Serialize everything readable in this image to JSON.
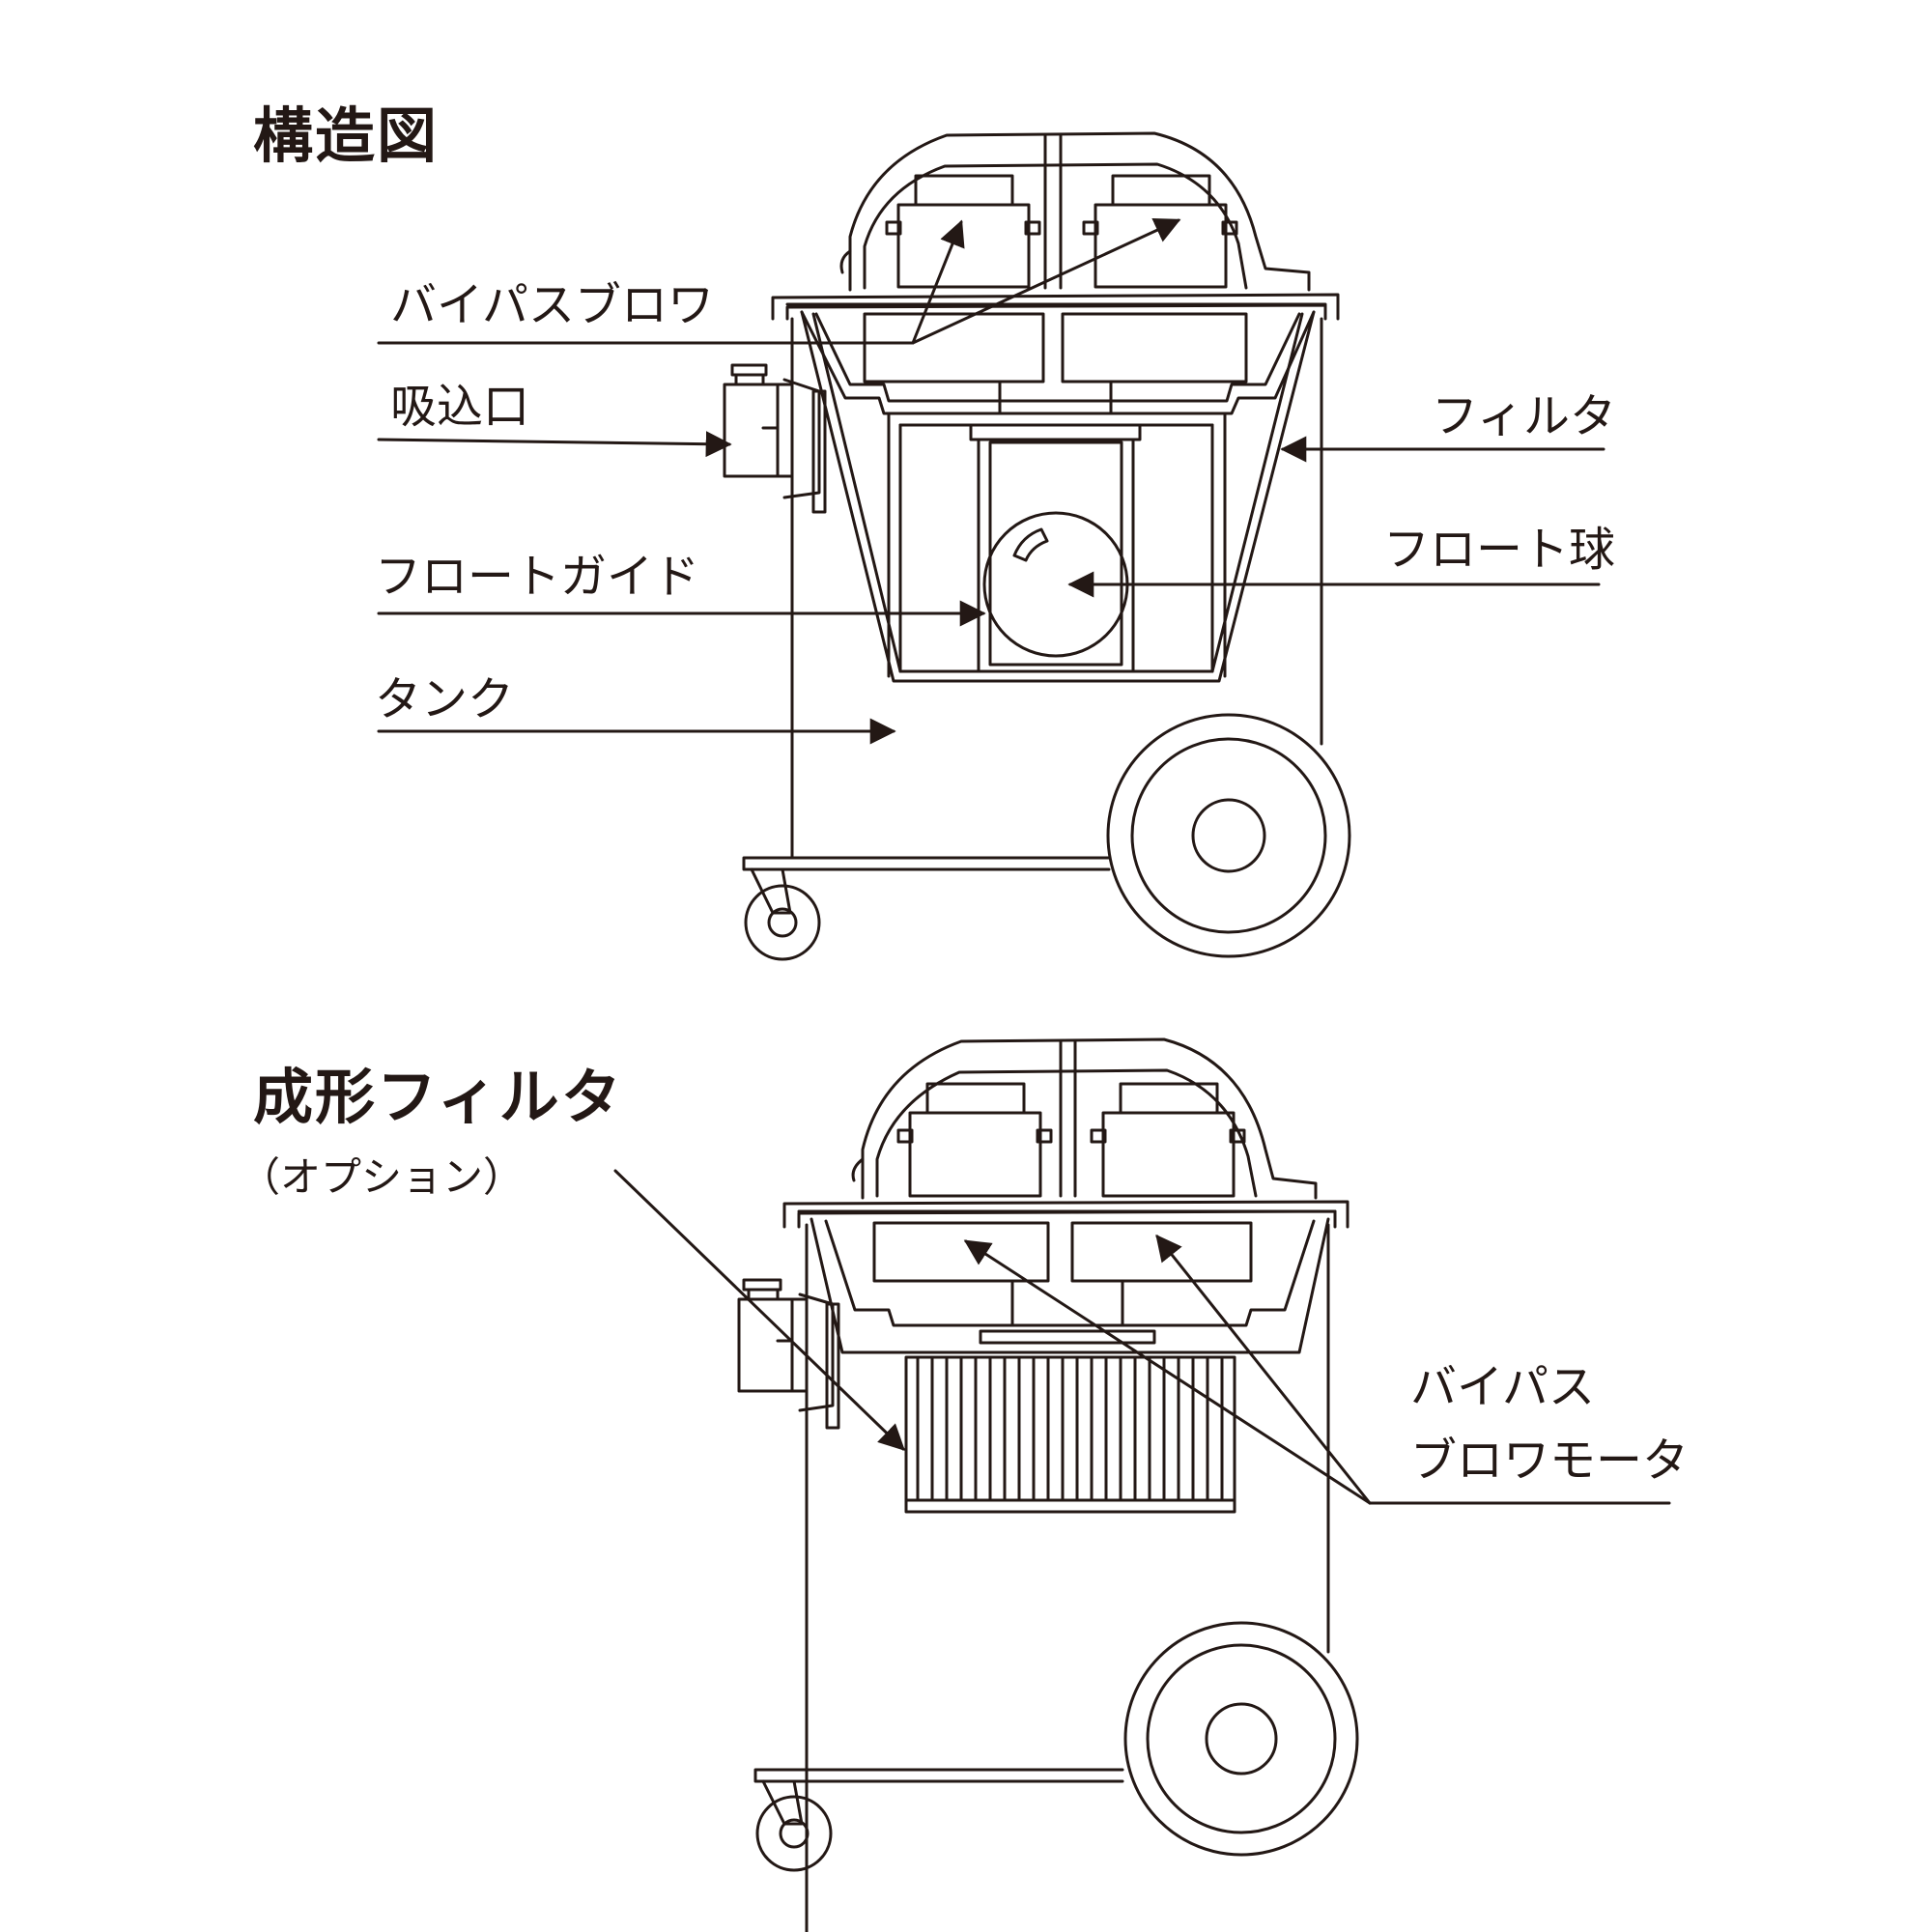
{
  "sections": [
    {
      "title": "構造図",
      "labels": {
        "bypass_blower": "バイパスブロワ",
        "inlet": "吸込口",
        "float_guide": "フロートガイド",
        "tank": "タンク",
        "filter": "フィルタ",
        "float_ball": "フロート球"
      }
    },
    {
      "title": "成形フィルタ",
      "subtitle": "（オプション）",
      "labels": {
        "motor_line1": "バイパス",
        "motor_line2": "ブロワモータ"
      }
    }
  ]
}
